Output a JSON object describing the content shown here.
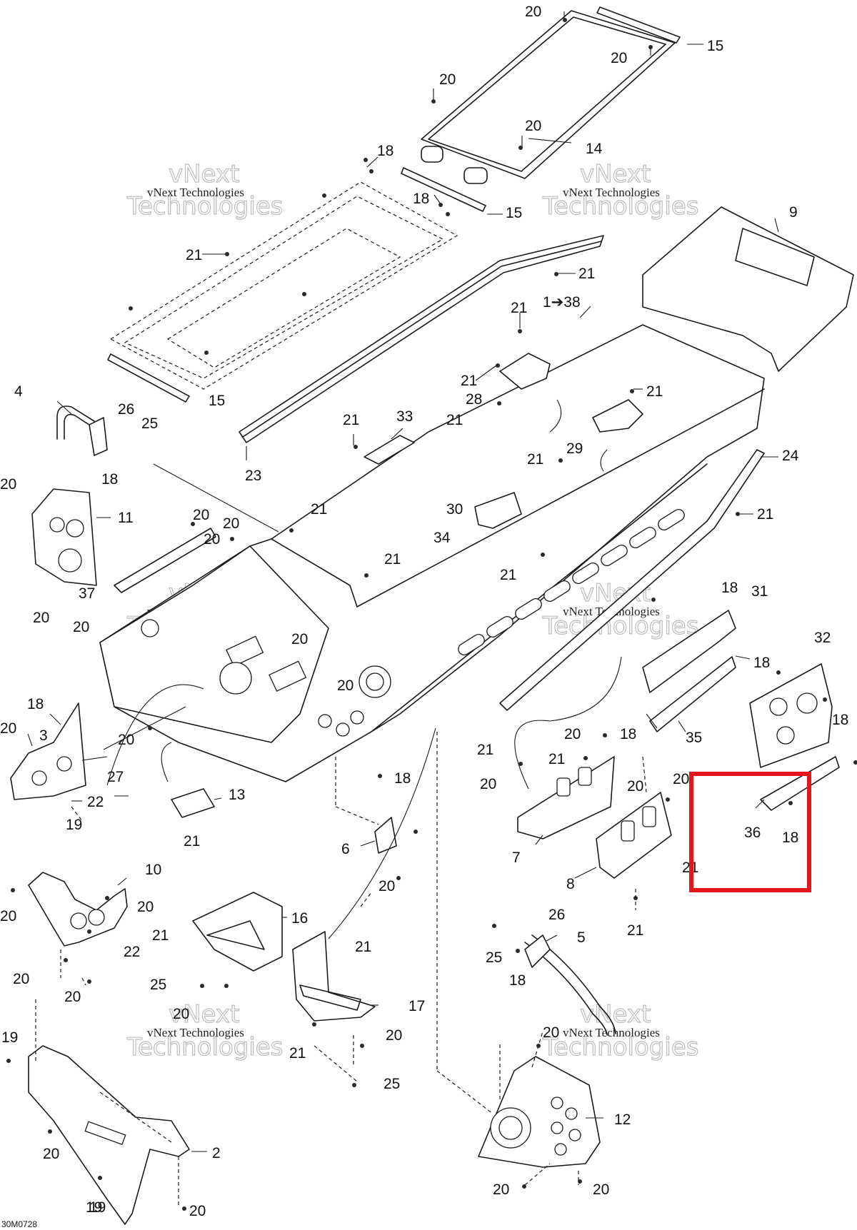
{
  "diagram_code": "30M0728",
  "watermark": {
    "line1": "vNext Technologies",
    "line2": "vNext",
    "line3": "Technologies"
  },
  "highlight_color": "#e4151b",
  "callouts": {
    "c1": "20",
    "c2": "15",
    "c3": "20",
    "c4": "20",
    "c5": "20",
    "c6": "14",
    "c7": "18",
    "c8": "18",
    "c9": "15",
    "c10": "21",
    "c11": "15",
    "c12": "9",
    "c13": "21",
    "c14": "1➔38",
    "c15": "21",
    "c16": "21",
    "c17": "28",
    "c18": "21",
    "c19": "21",
    "c20": "33",
    "c21": "4",
    "c22": "26",
    "c23": "25",
    "c24": "18",
    "c25": "23",
    "c26": "21",
    "c27": "29",
    "c28": "21",
    "c29": "24",
    "c30": "20",
    "c31": "11",
    "c32": "20",
    "c33": "20",
    "c34": "20",
    "c35": "30",
    "c36": "21",
    "c37": "34",
    "c38": "21",
    "c39": "21",
    "c40": "21",
    "c41": "37",
    "c42": "20",
    "c43": "18",
    "c44": "31",
    "c45": "20",
    "c46": "20",
    "c47": "20",
    "c48": "20",
    "c49": "32",
    "c50": "18",
    "c51": "18",
    "c52": "35",
    "c53": "18",
    "c54": "18",
    "c55": "3",
    "c56": "20",
    "c57": "27",
    "c58": "22",
    "c59": "19",
    "c60": "18",
    "c61": "13",
    "c62": "21",
    "c63": "21",
    "c64": "20",
    "c65": "21",
    "c66": "20",
    "c67": "20",
    "c68": "20",
    "c69": "6",
    "c70": "7",
    "c71": "36",
    "c72": "18",
    "c73": "8",
    "c74": "21",
    "c75": "20",
    "c76": "21",
    "c77": "10",
    "c78": "20",
    "c79": "20",
    "c80": "22",
    "c81": "20",
    "c82": "21",
    "c83": "16",
    "c84": "26",
    "c85": "5",
    "c86": "21",
    "c87": "25",
    "c88": "25",
    "c89": "18",
    "c90": "20",
    "c91": "20",
    "c92": "17",
    "c93": "19",
    "c94": "19",
    "c95": "20",
    "c96": "21",
    "c97": "20",
    "c98": "20",
    "c99": "25",
    "c100": "12",
    "c101": "20",
    "c102": "2",
    "c103": "19",
    "c104": "20",
    "c105": "20"
  }
}
